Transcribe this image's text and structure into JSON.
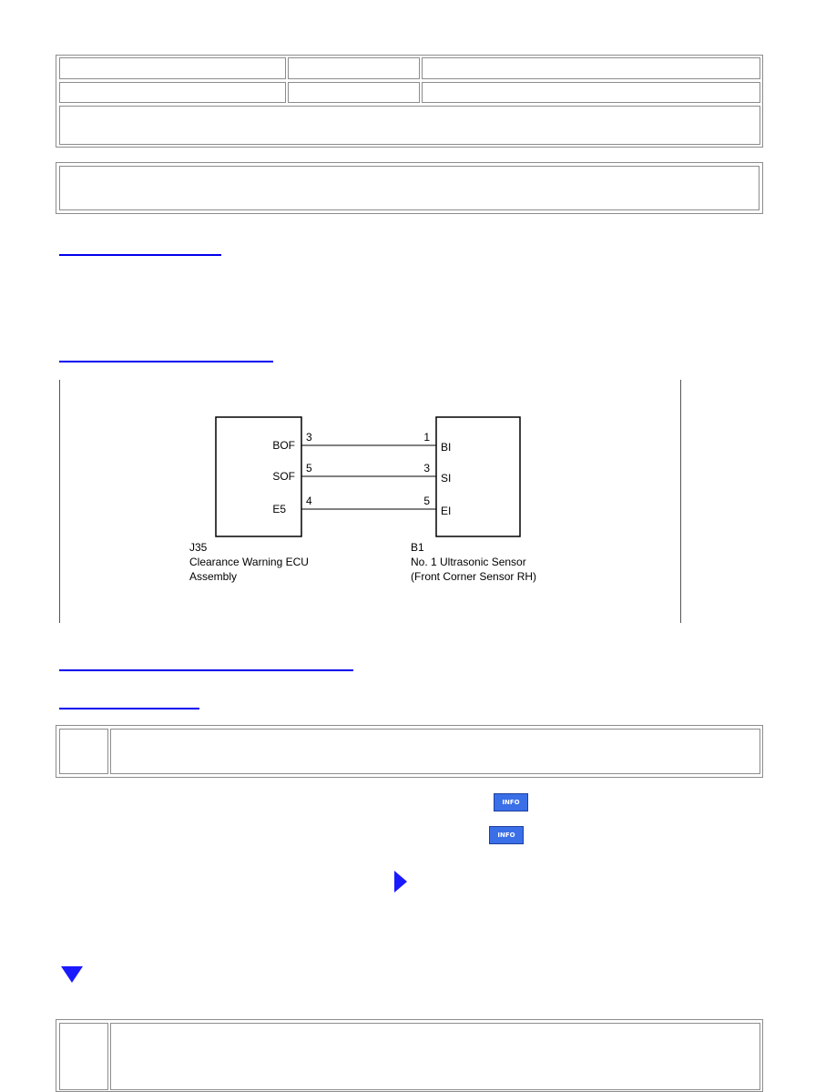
{
  "diagram": {
    "ecu": {
      "code": "J35",
      "name_line1": "Clearance Warning ECU",
      "name_line2": "Assembly",
      "pins": [
        {
          "label": "BOF",
          "num": "3"
        },
        {
          "label": "SOF",
          "num": "5"
        },
        {
          "label": "E5",
          "num": "4"
        }
      ]
    },
    "sensor": {
      "code": "B1",
      "name_line1": "No. 1 Ultrasonic Sensor",
      "name_line2": "(Front Corner Sensor RH)",
      "pins": [
        {
          "label": "BI",
          "num": "1"
        },
        {
          "label": "SI",
          "num": "3"
        },
        {
          "label": "EI",
          "num": "5"
        }
      ]
    }
  },
  "buttons": {
    "info1": "INFO",
    "info2": "INFO"
  },
  "colors": {
    "link": "#0000ee",
    "info_button": "#3a6fe8",
    "arrow": "#1a1aff"
  },
  "icons": [
    "play-arrow-icon",
    "down-arrow-icon"
  ]
}
